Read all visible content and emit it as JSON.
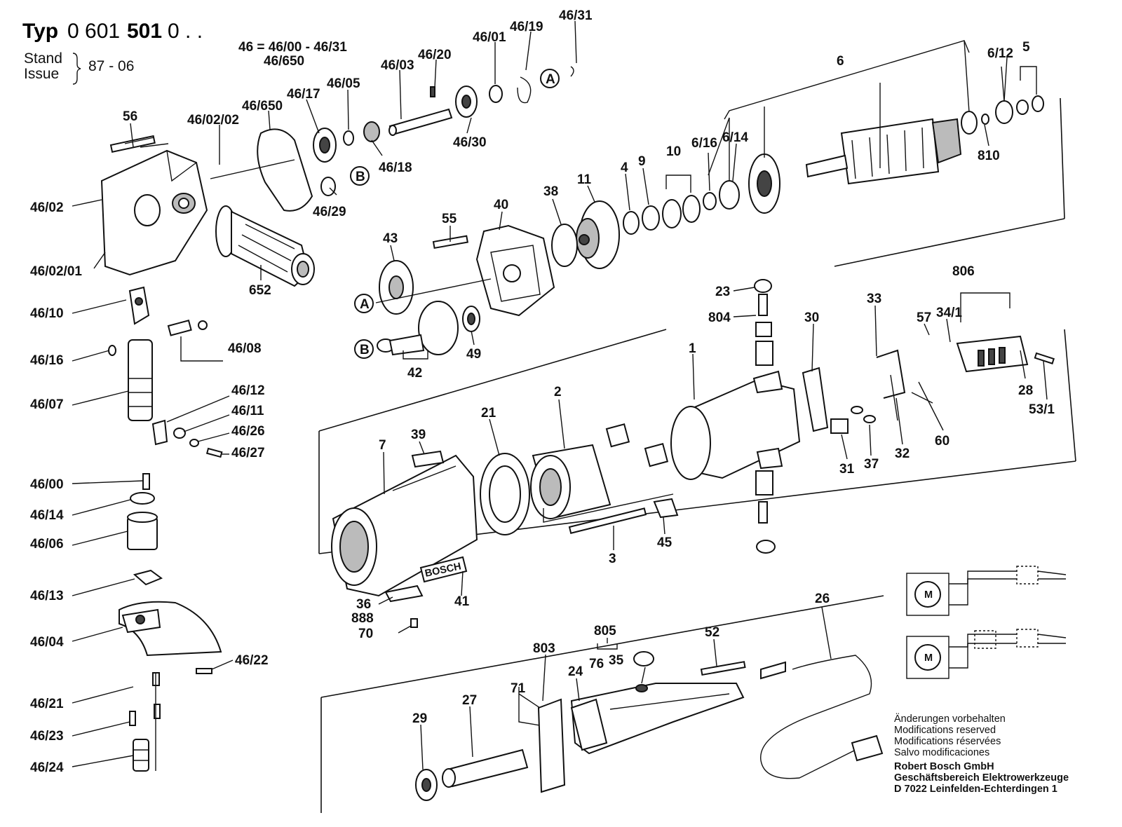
{
  "header": {
    "typ": "Typ",
    "number_regular": "0 601",
    "number_bold": "501",
    "suffix": "0 . .",
    "stand": "Stand",
    "issue": "Issue",
    "date": "87 - 06",
    "group_definition_1": "46 = 46/00 - 46/31",
    "group_definition_2": "46/650"
  },
  "labels": {
    "l_46_31": "46/31",
    "l_46_19": "46/19",
    "l_46_01": "46/01",
    "l_46_20": "46/20",
    "l_46_03": "46/03",
    "l_46_05": "46/05",
    "l_46_17": "46/17",
    "l_46_650": "46/650",
    "l_46_02_02": "46/02/02",
    "l_46_30": "46/30",
    "l_46_18": "46/18",
    "l_46_29": "46/29",
    "l_56": "56",
    "l_46_02": "46/02",
    "l_46_02_01": "46/02/01",
    "l_652": "652",
    "l_6": "6",
    "l_6_12": "6/12",
    "l_5": "5",
    "l_810": "810",
    "l_6_16": "6/16",
    "l_6_14": "6/14",
    "l_10": "10",
    "l_9": "9",
    "l_4": "4",
    "l_11": "11",
    "l_38": "38",
    "l_40": "40",
    "l_55": "55",
    "l_43": "43",
    "l_49": "49",
    "l_42": "42",
    "l_46_10": "46/10",
    "l_46_16": "46/16",
    "l_46_08": "46/08",
    "l_46_07": "46/07",
    "l_46_12": "46/12",
    "l_46_11": "46/11",
    "l_46_26": "46/26",
    "l_46_27": "46/27",
    "l_46_00": "46/00",
    "l_46_14": "46/14",
    "l_46_06": "46/06",
    "l_46_13": "46/13",
    "l_46_04": "46/04",
    "l_46_22": "46/22",
    "l_46_21": "46/21",
    "l_46_23": "46/23",
    "l_46_24": "46/24",
    "l_23": "23",
    "l_804": "804",
    "l_30": "30",
    "l_33": "33",
    "l_806": "806",
    "l_57": "57",
    "l_34_1": "34/1",
    "l_28": "28",
    "l_53_1": "53/1",
    "l_60": "60",
    "l_32": "32",
    "l_37": "37",
    "l_31": "31",
    "l_1": "1",
    "l_2": "2",
    "l_21": "21",
    "l_39": "39",
    "l_7": "7",
    "l_3": "3",
    "l_45": "45",
    "l_36": "36",
    "l_888": "888",
    "l_70": "70",
    "l_41": "41",
    "l_26": "26",
    "l_52": "52",
    "l_805": "805",
    "l_76": "76",
    "l_35": "35",
    "l_803": "803",
    "l_24": "24",
    "l_71": "71",
    "l_27": "27",
    "l_29": "29"
  },
  "markers": {
    "a": "A",
    "b": "B"
  },
  "brand_plate": "BOSCH",
  "motor_symbol": "M",
  "notice": {
    "line_de": "Änderungen vorbehalten",
    "line_en": "Modifications reserved",
    "line_fr": "Modifications réservées",
    "line_es": "Salvo modificaciones",
    "company": "Robert Bosch GmbH",
    "division": "Geschäftsbereich Elektrowerkzeuge",
    "address": "D 7022 Leinfelden-Echterdingen 1"
  }
}
